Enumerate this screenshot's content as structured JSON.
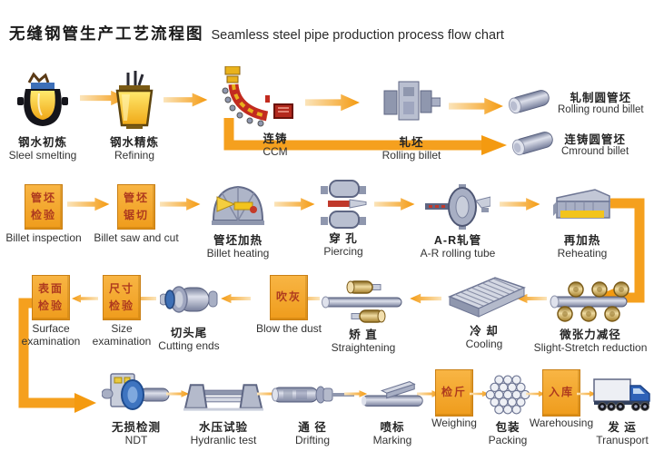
{
  "title": {
    "zh": "无缝钢管生产工艺流程图",
    "en": "Seamless steel pipe production process flow chart"
  },
  "colors": {
    "arrow": "#F49A10",
    "arrow_light": "#FBE4BA",
    "connector": "#F5A01E",
    "box_fill_top": "#F8B544",
    "box_fill_bottom": "#EF9C1C",
    "box_border": "#C97F14",
    "box_text": "#AE3A1E",
    "label": "#242424",
    "background": "#FFFFFF"
  },
  "icons": {
    "ladle": "steel ladle with molten metal",
    "refining-furnace": "refining furnace vessel",
    "continuous-caster": "curved continuous casting machine",
    "billet-rolling-mill": "billet rolling mill stands",
    "round-billet": "round steel billet cylinder",
    "process-box": "orange process step box",
    "rotary-furnace": "dome billet heating furnace",
    "piercing-mill": "piercing mill rolls",
    "assel-mill": "A-R tube rolling mill disc",
    "reheating-furnace": "reheating furnace",
    "stretch-reducing-mill": "pipe with six reducing rolls",
    "cooling-bed": "ribbed cooling bed",
    "straightening-machine": "pipe with straightening rolls",
    "cutting-machine": "pipe end cutting machine",
    "ndt-machine": "NDT inspection unit with blue coil",
    "hydraulic-tester": "hydraulic test bench",
    "drifting-machine": "pipe with drifting rod",
    "marking-machine": "pipe marking unit",
    "pipe-bundle": "hexagonal bundle of pipes",
    "truck": "delivery truck"
  },
  "connectors": [
    "ccm-to-cast-round-billet",
    "reheating-to-stretch-reduction",
    "surface-examination-to-ndt"
  ],
  "flow": {
    "row1": {
      "steps": [
        {
          "icon": "ladle",
          "zh": "钢水初炼",
          "en": "Sleel smelting"
        },
        {
          "icon": "refining-furnace",
          "zh": "钢水精炼",
          "en": "Refining"
        },
        {
          "icon": "continuous-caster",
          "zh": "连铸",
          "en": "CCM"
        },
        {
          "icon": "billet-rolling-mill",
          "zh": "轧坯",
          "en": "Rolling billet"
        },
        {
          "icon": "round-billet",
          "zh": "轧制圆管坯",
          "en": "Rolling round billet"
        },
        {
          "icon": "round-billet",
          "zh": "连铸圆管坯",
          "en": "Cmround billet"
        }
      ]
    },
    "row2": {
      "steps": [
        {
          "icon": "process-box",
          "zh": "管坯\n检验",
          "en": "Billet inspection"
        },
        {
          "icon": "process-box",
          "zh": "管坯\n锯切",
          "en": "Billet saw and cut"
        },
        {
          "icon": "rotary-furnace",
          "zh": "管坯加热",
          "en": "Billet heating"
        },
        {
          "icon": "piercing-mill",
          "zh": "穿 孔",
          "en": "Piercing"
        },
        {
          "icon": "assel-mill",
          "zh": "A-R轧管",
          "en": "A-R rolling tube"
        },
        {
          "icon": "reheating-furnace",
          "zh": "再加热",
          "en": "Reheating"
        }
      ]
    },
    "row3": {
      "direction": "right-to-left",
      "steps": [
        {
          "icon": "stretch-reducing-mill",
          "zh": "微张力减径",
          "en": "Slight-Stretch reduction"
        },
        {
          "icon": "cooling-bed",
          "zh": "冷 却",
          "en": "Cooling"
        },
        {
          "icon": "straightening-machine",
          "zh": "矫 直",
          "en": "Straightening"
        },
        {
          "icon": "process-box",
          "zh": "吹灰",
          "en": "Blow the dust"
        },
        {
          "icon": "cutting-machine",
          "zh": "切头尾",
          "en": "Cutting ends"
        },
        {
          "icon": "process-box",
          "zh": "尺寸\n检验",
          "en": "Size\nexamination"
        },
        {
          "icon": "process-box",
          "zh": "表面\n检验",
          "en": "Surface\nexamination"
        }
      ]
    },
    "row4": {
      "steps": [
        {
          "icon": "ndt-machine",
          "zh": "无损检测",
          "en": "NDT"
        },
        {
          "icon": "hydraulic-tester",
          "zh": "水压试验",
          "en": "Hydranlic test"
        },
        {
          "icon": "drifting-machine",
          "zh": "通 径",
          "en": "Drifting"
        },
        {
          "icon": "marking-machine",
          "zh": "喷标",
          "en": "Marking"
        },
        {
          "icon": "process-box",
          "zh": "检斤",
          "en": "Weighing"
        },
        {
          "icon": "pipe-bundle",
          "zh": "包装",
          "en": "Packing"
        },
        {
          "icon": "process-box",
          "zh": "入库",
          "en": "Warehousing"
        },
        {
          "icon": "truck",
          "zh": "发 运",
          "en": "Tranusport"
        }
      ]
    }
  }
}
